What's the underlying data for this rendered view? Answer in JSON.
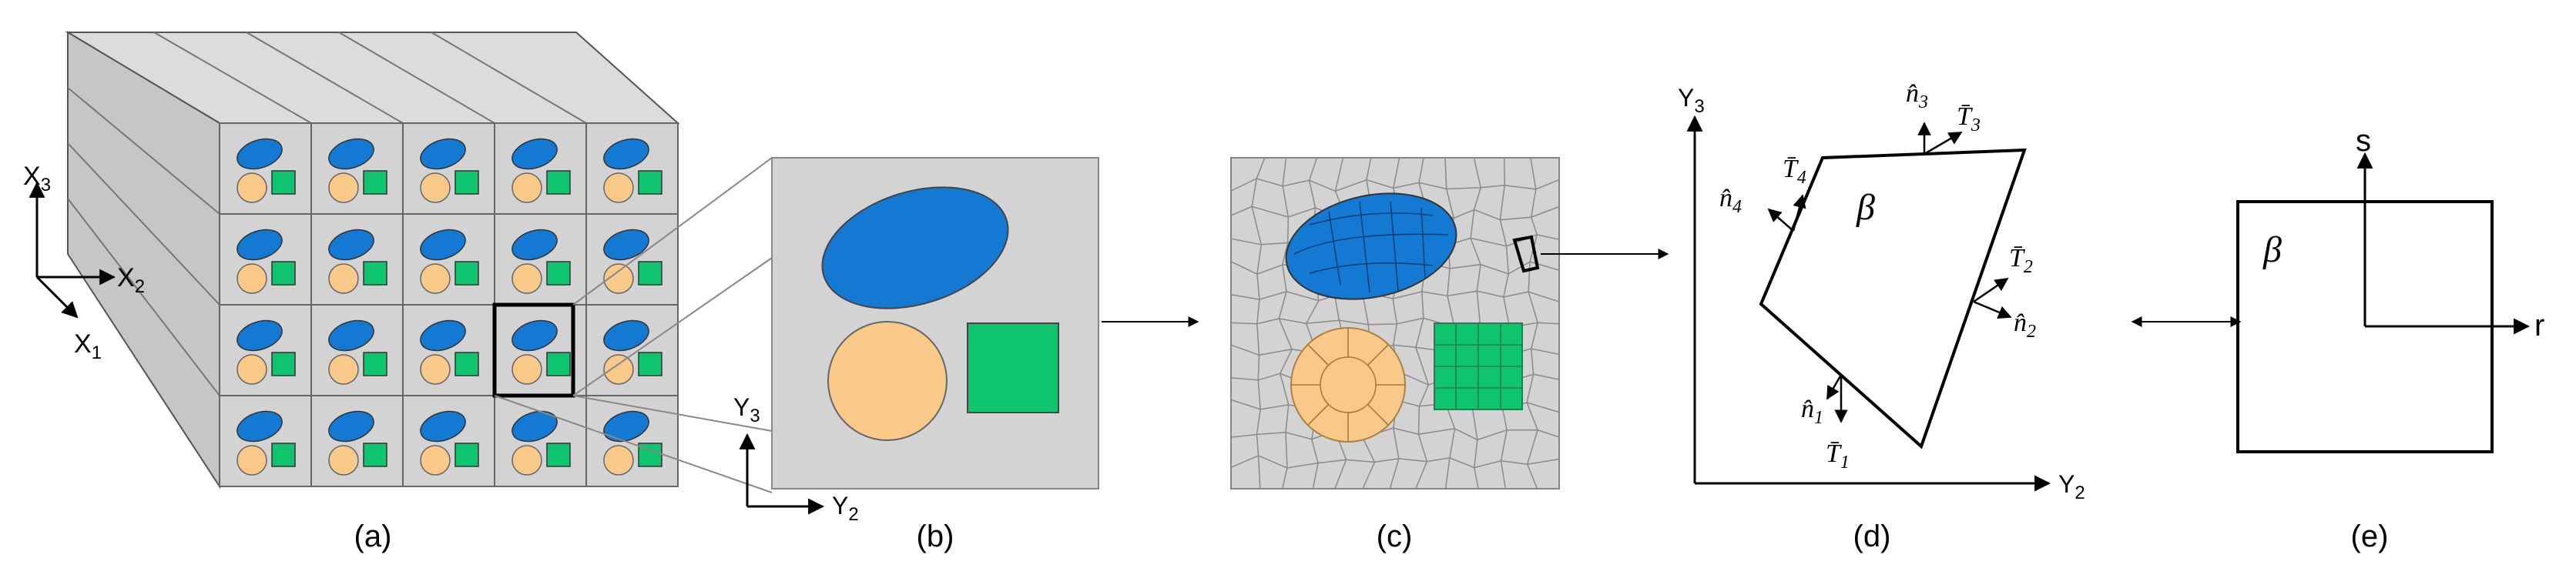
{
  "panels": {
    "a": {
      "caption": "(a)",
      "axes": {
        "x3": "X",
        "x3_sub": "3",
        "x2": "X",
        "x2_sub": "2",
        "x1": "X",
        "x1_sub": "1"
      }
    },
    "b": {
      "caption": "(b)",
      "axes": {
        "y3": "Y",
        "y3_sub": "3",
        "y2": "Y",
        "y2_sub": "2"
      }
    },
    "c": {
      "caption": "(c)"
    },
    "d": {
      "caption": "(d)",
      "axes": {
        "y3": "Y",
        "y3_sub": "3",
        "y2": "Y",
        "y2_sub": "2"
      },
      "element_label": "β",
      "vectors": [
        {
          "n": "n̂",
          "n_sub": "1",
          "t": "T̄",
          "t_sub": "1"
        },
        {
          "n": "n̂",
          "n_sub": "2",
          "t": "T̄",
          "t_sub": "2"
        },
        {
          "n": "n̂",
          "n_sub": "3",
          "t": "T̄",
          "t_sub": "3"
        },
        {
          "n": "n̂",
          "n_sub": "4",
          "t": "T̄",
          "t_sub": "4"
        }
      ]
    },
    "e": {
      "caption": "(e)",
      "axes": {
        "s": "s",
        "r": "r"
      },
      "element_label": "β"
    }
  },
  "colors": {
    "matrix": "#d3d3d3",
    "fiber_blue": "#1479d2",
    "fiber_orange": "#f9c98a",
    "fiber_green": "#0ec46e",
    "mesh_line": "#8a8a8a",
    "stroke": "#000000"
  }
}
